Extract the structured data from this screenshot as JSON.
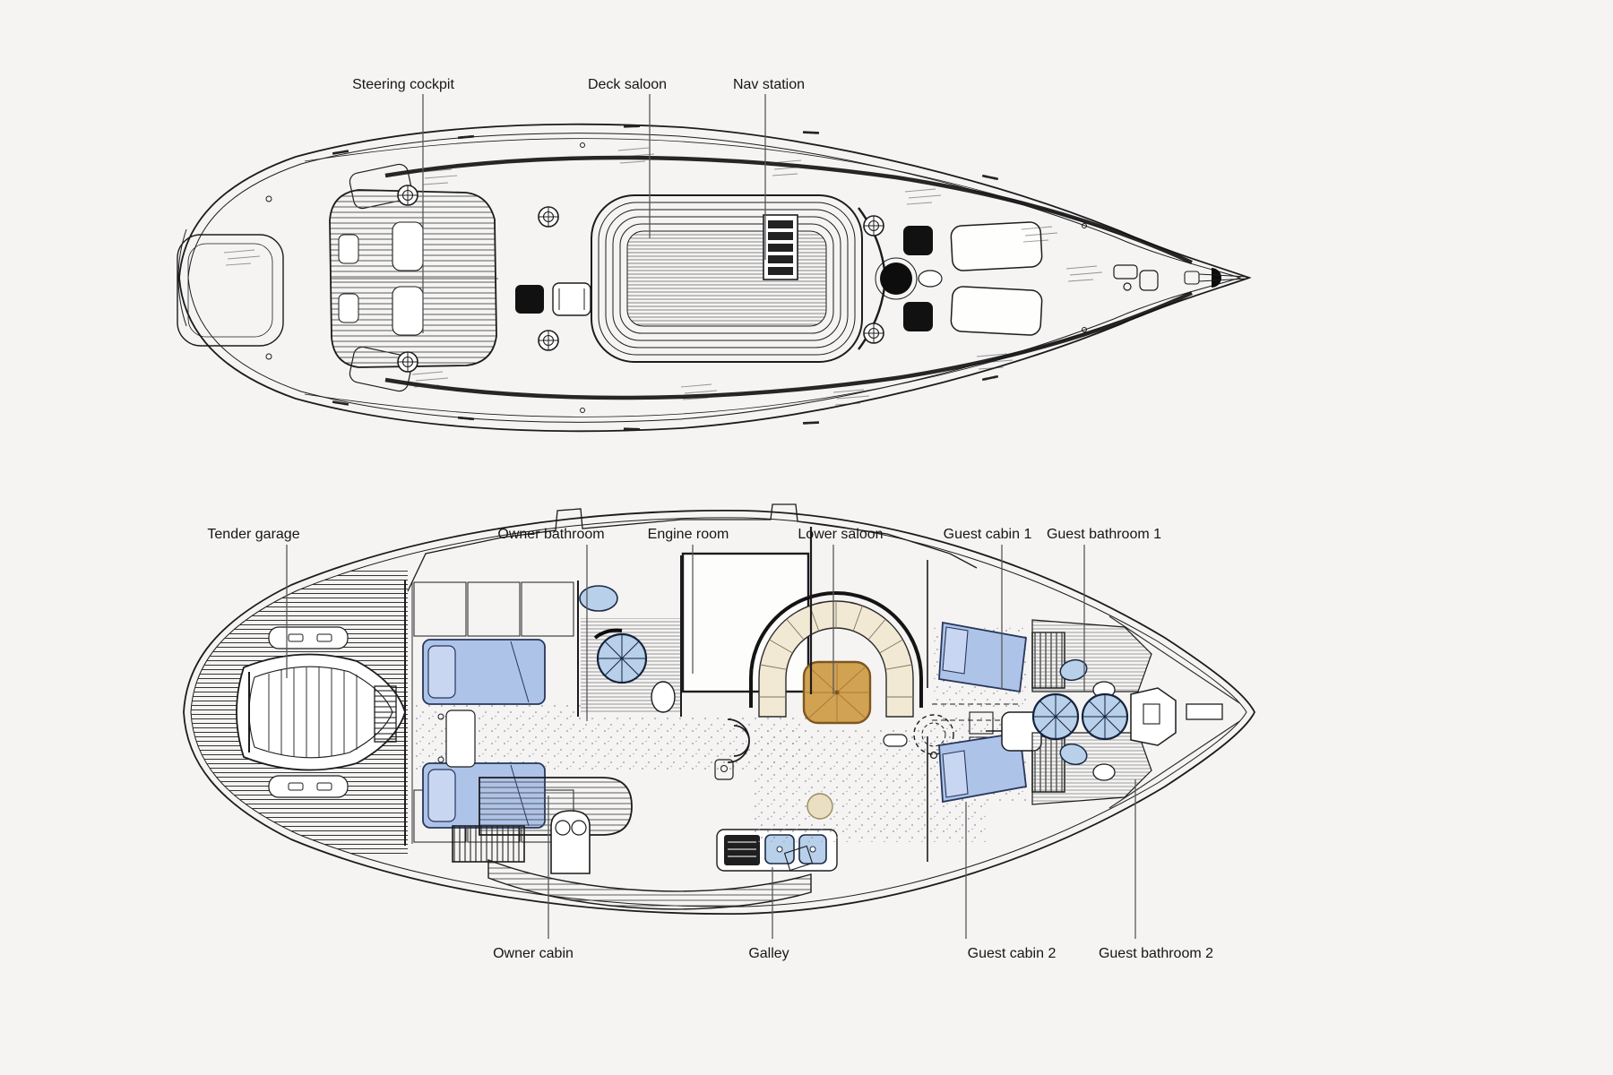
{
  "page": {
    "background_color": "#f5f4f2"
  },
  "diagram": {
    "subject": "sailing-yacht deck and accommodation plan",
    "views": [
      {
        "id": "deck-plan",
        "description": "upper drawing: deck view, bow to the right"
      },
      {
        "id": "interior-plan",
        "description": "lower drawing: accommodation layout, bow to the right"
      }
    ]
  },
  "colors": {
    "ink": "#1c1c1e",
    "leader_line": "#58585a",
    "bed_blue": "#aec3e8",
    "pillow_blue": "#c9d6f1",
    "fixture_blue": "#b8d0ea",
    "sofa_cream": "#f2e9d4",
    "table_tan": "#d2a253",
    "stool_beige": "#eadfc2",
    "stove_black": "#1f1f1f"
  },
  "labels": {
    "top_view": [
      {
        "text": "Steering cockpit"
      },
      {
        "text": "Deck saloon"
      },
      {
        "text": "Nav station"
      }
    ],
    "interior_upper": [
      {
        "text": "Tender garage"
      },
      {
        "text": "Owner bathroom"
      },
      {
        "text": "Engine room"
      },
      {
        "text": "Lower saloon"
      },
      {
        "text": "Guest cabin 1"
      },
      {
        "text": "Guest bathroom 1"
      }
    ],
    "interior_lower": [
      {
        "text": "Owner cabin"
      },
      {
        "text": "Galley"
      },
      {
        "text": "Guest cabin 2"
      },
      {
        "text": "Guest bathroom 2"
      }
    ]
  }
}
